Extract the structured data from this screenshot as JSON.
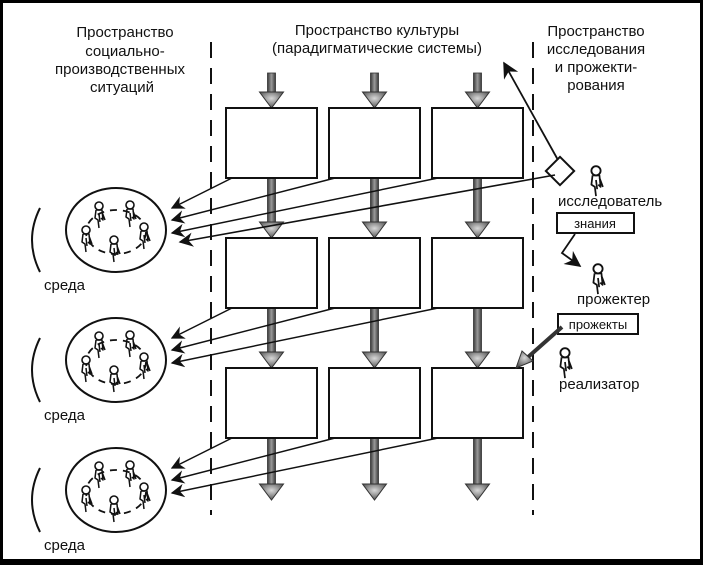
{
  "headers": {
    "left": [
      "Пространство",
      "социально-",
      "производственных",
      "ситуаций"
    ],
    "center": [
      "Пространство культуры",
      "(парадигматические системы)"
    ],
    "right": [
      "Пространство",
      "исследования",
      "и прожекти-",
      "рования"
    ]
  },
  "environment_label": "среда",
  "environments": [
    {
      "label": "среда"
    },
    {
      "label": "среда"
    },
    {
      "label": "среда"
    }
  ],
  "grid": {
    "rows": 3,
    "columns": 3
  },
  "roles": {
    "researcher": "исследователь",
    "projector": "прожектер",
    "implementer": "реализатор"
  },
  "tags": {
    "knowledge": "знания",
    "projects": "прожекты"
  },
  "colors": {
    "line": "#111111",
    "arrow_fill": "#8a8a8a",
    "arrow_dark": "#3a3a3a"
  }
}
